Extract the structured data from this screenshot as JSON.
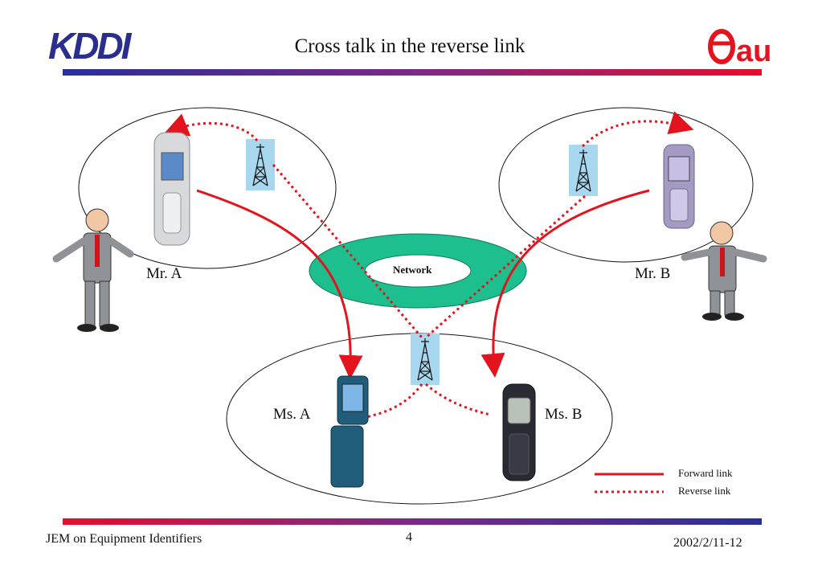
{
  "header": {
    "title": "Cross talk in the reverse link",
    "left_logo_text": "KDDI",
    "right_logo_text": "au"
  },
  "diagram": {
    "network_label": "Network",
    "person_labels": {
      "mr_a": "Mr. A",
      "mr_b": "Mr. B",
      "ms_a": "Ms. A",
      "ms_b": "Ms. B"
    },
    "legend": {
      "forward": "Forward link",
      "reverse": "Reverse link"
    },
    "colors": {
      "link_red": "#e3141e",
      "network_green": "#1dbf8e",
      "tower_bg": "#a8d8f0"
    }
  },
  "footer": {
    "left": "JEM on Equipment Identifiers",
    "page": "4",
    "date": "2002/2/11-12"
  }
}
